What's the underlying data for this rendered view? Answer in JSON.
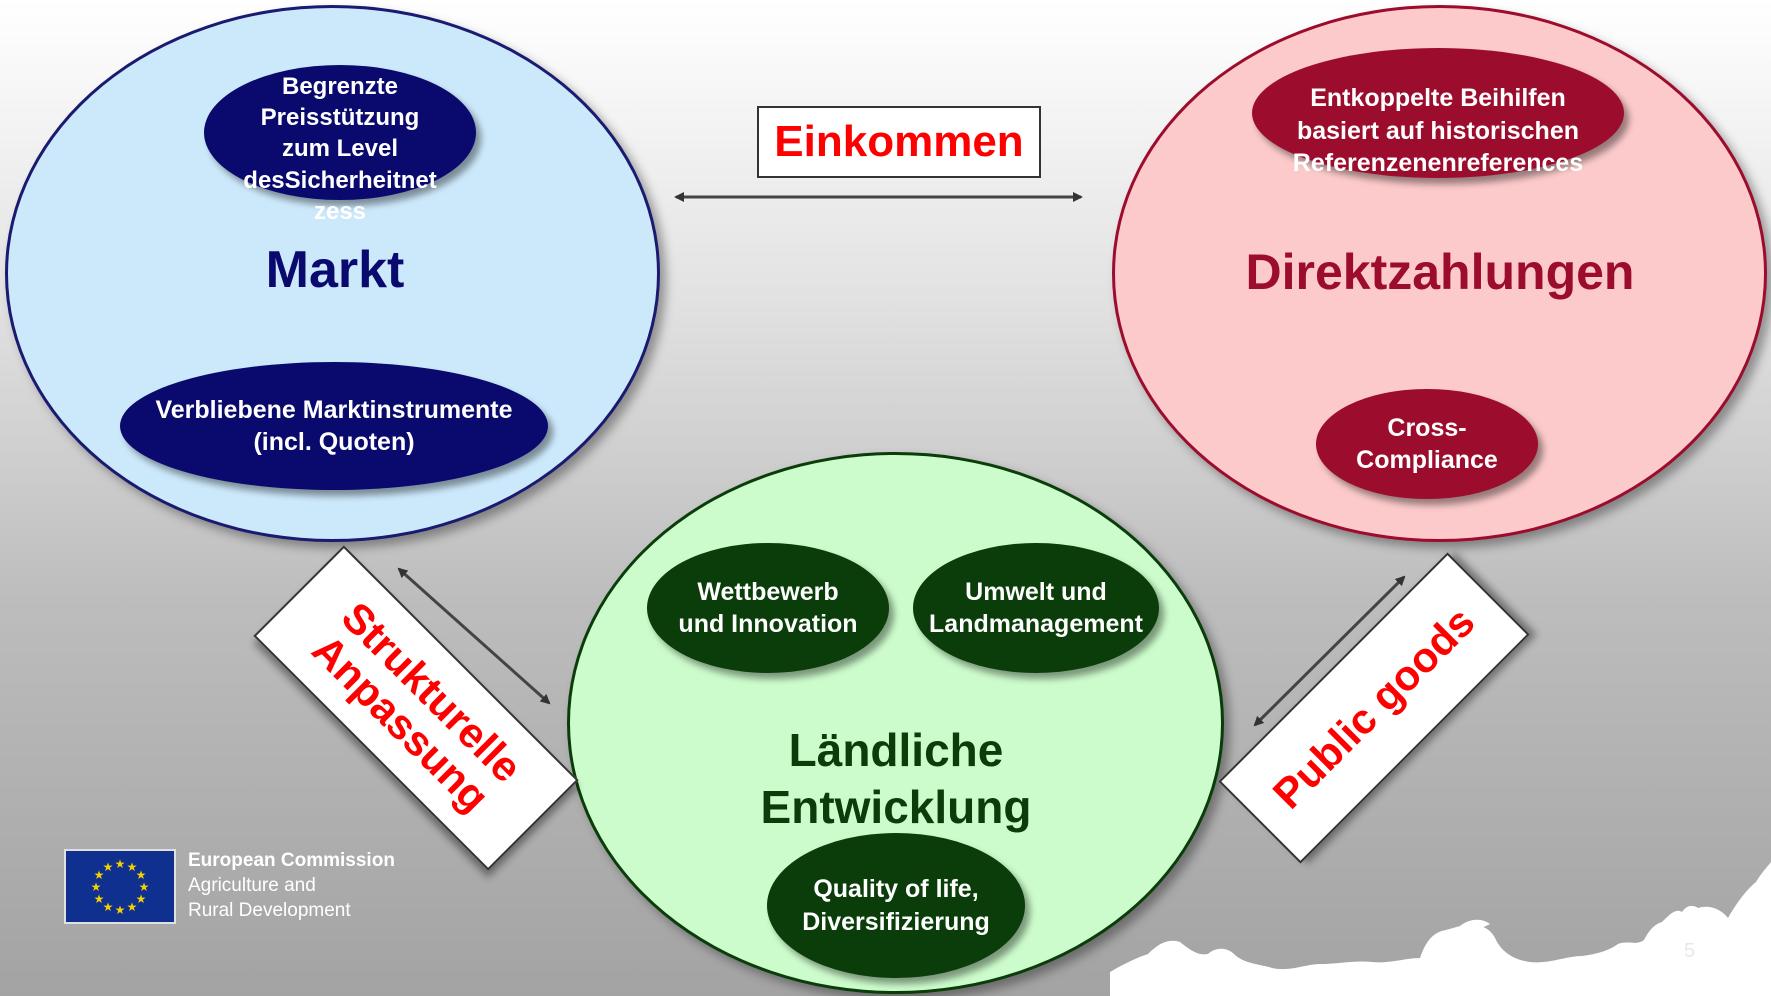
{
  "markt": {
    "title": "Markt",
    "pill_top": "Begrenzte\nPreisstützung\nzum Level\ndesSicherheitnet\nzess",
    "pill_bottom": "Verbliebene Marktinstrumente\n(incl. Quoten)"
  },
  "direkt": {
    "title": "Direktzahlungen",
    "pill_top": "Entkoppelte Beihilfen\nbasiert auf historischen\nReferenzenenreferences",
    "pill_bottom": "Cross-\nCompliance"
  },
  "laendlich": {
    "title": "Ländliche\nEntwicklung",
    "pill_left": "Wettbewerb\nund Innovation",
    "pill_right": "Umwelt und\nLandmanagement",
    "pill_bottom": "Quality of life,\nDiversifizierung"
  },
  "labels": {
    "einkommen": "Einkommen",
    "strukturelle": "Strukturelle\nAnpassung",
    "public_goods": "Public goods"
  },
  "footer": {
    "org": "European Commission",
    "dept_line1": "Agriculture and",
    "dept_line2": "Rural Development",
    "page_number": "5"
  },
  "colors": {
    "markt_fill": "#cce9fb",
    "markt_dark": "#0a0a6e",
    "direkt_fill": "#fccaca",
    "direkt_dark": "#9c0d2d",
    "laendlich_fill": "#ccfccc",
    "laendlich_dark": "#0a3d0a",
    "label_red": "#ff0000"
  }
}
